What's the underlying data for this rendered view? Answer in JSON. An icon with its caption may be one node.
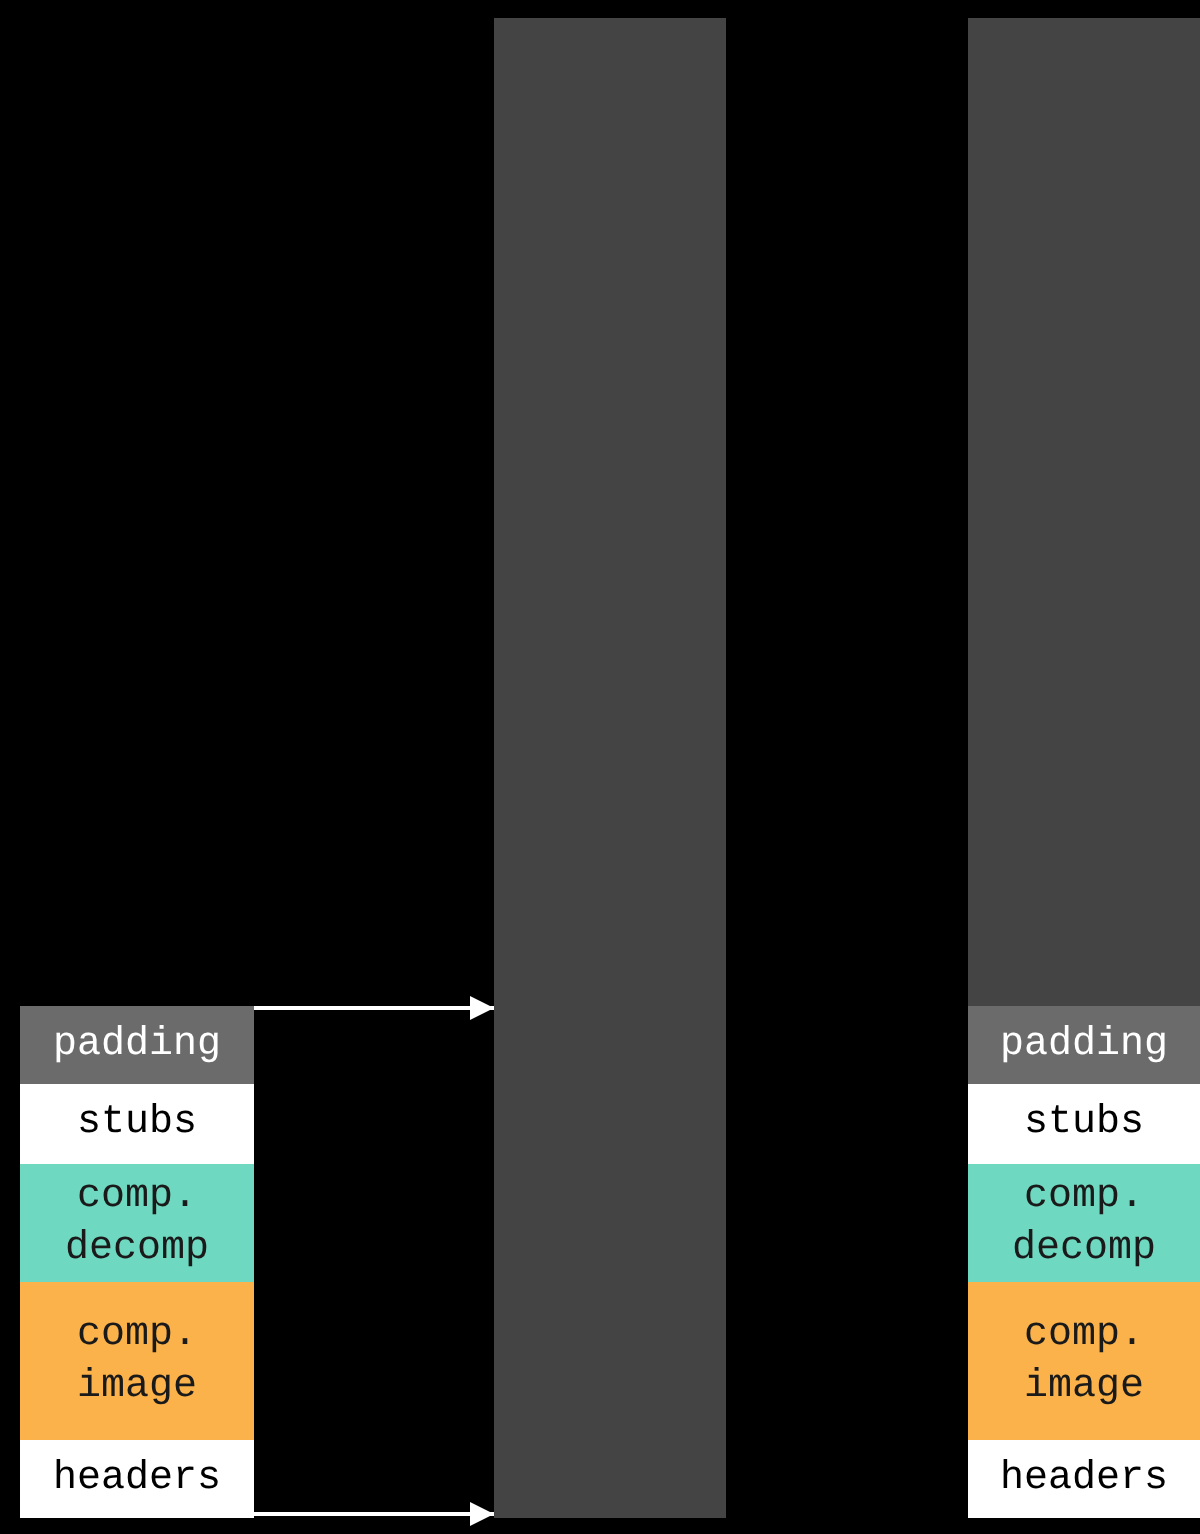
{
  "diagram": {
    "nodes": [
      {
        "text": [],
        "shape": "bar"
      },
      {
        "text": [],
        "shape": "bar"
      },
      {
        "text": [
          "padding"
        ]
      },
      {
        "text": [
          "stubs"
        ]
      },
      {
        "text": [
          "comp. decomp"
        ]
      },
      {
        "text": [
          "comp. image"
        ]
      },
      {
        "text": [
          "headers"
        ]
      },
      {
        "text": [
          "padding"
        ],
        "in": 1
      },
      {
        "text": [
          "stubs"
        ],
        "in": 1
      },
      {
        "text": [
          "comp. decomp"
        ],
        "in": 1
      },
      {
        "text": [
          "comp. image"
        ],
        "in": 1
      },
      {
        "text": [
          "headers"
        ],
        "in": 1
      }
    ],
    "edges": [
      {
        "from": 2,
        "to": 0,
        "arrow": "to"
      },
      {
        "from": 6,
        "to": 0,
        "arrow": "to"
      }
    ]
  }
}
